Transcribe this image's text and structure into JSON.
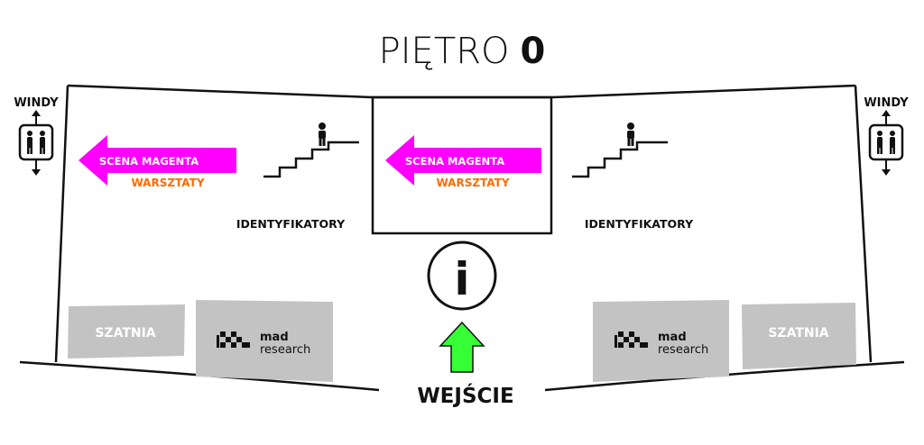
{
  "title": {
    "prefix": "PIĘTRO",
    "level": "0"
  },
  "colors": {
    "magenta": "#ff00ff",
    "orange": "#ff6a00",
    "green": "#36ff36",
    "room_gray": "#c3c3c3",
    "line": "#111111"
  },
  "elevators": {
    "left_label": "WINDY",
    "right_label": "WINDY"
  },
  "left_zone": {
    "arrow_label": "SCENA MAGENTA",
    "sub_label": "WARSZTATY",
    "badges_label": "IDENTYFIKATORY",
    "cloakroom": "SZATNIA",
    "sponsor_line1": "mad",
    "sponsor_line2": "research"
  },
  "center_zone": {
    "arrow_label": "SCENA MAGENTA",
    "sub_label": "WARSZTATY",
    "info_symbol": "i",
    "entrance_label": "WEJŚCIE"
  },
  "right_zone": {
    "badges_label": "IDENTYFIKATORY",
    "cloakroom": "SZATNIA",
    "sponsor_line1": "mad",
    "sponsor_line2": "research"
  },
  "icons": {
    "elevator": "elevator-icon",
    "stairs": "stairs-icon",
    "person": "person-icon",
    "info": "info-icon",
    "entrance_arrow": "arrow-up-icon",
    "direction_arrow": "arrow-left-icon",
    "sponsor_logo": "mad-research-logo"
  }
}
